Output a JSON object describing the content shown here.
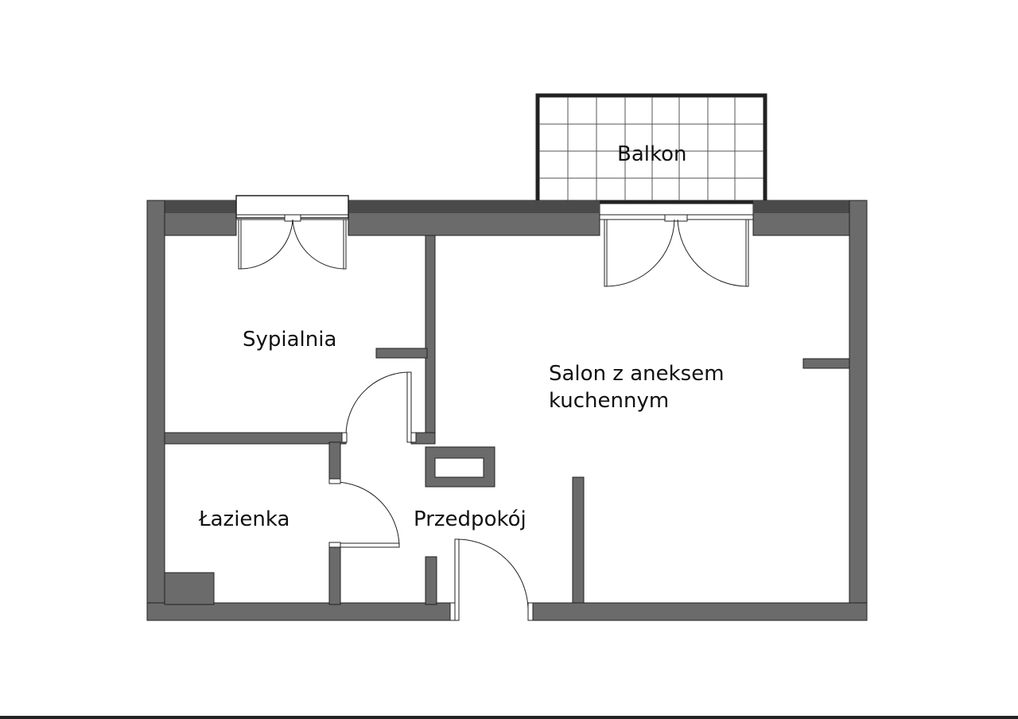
{
  "rooms": {
    "balcony": "Balkon",
    "bedroom": "Sypialnia",
    "living_line1": "Salon z aneksem",
    "living_line2": "kuchennym",
    "bathroom": "Łazienka",
    "hallway": "Przedpokój"
  },
  "colors": {
    "wall": "#6b6b6b",
    "outer_wall_top": "#4a4a4a",
    "line": "#222222",
    "background": "#ffffff",
    "tile_line": "#444444"
  }
}
